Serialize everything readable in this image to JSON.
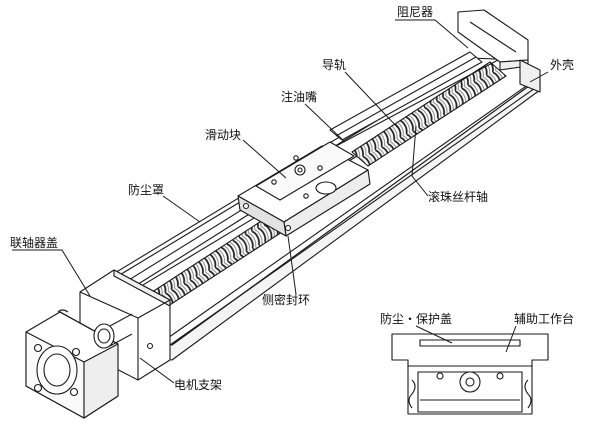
{
  "labels": {
    "damper": "阻尼器",
    "housing": "外壳",
    "guide_rail": "导轨",
    "grease_nipple": "注油嘴",
    "slide_block": "滑动块",
    "dust_cover": "防尘罩",
    "ball_screw": "滚珠丝杆轴",
    "coupling_cover": "联轴器盖",
    "side_seal": "侧密封环",
    "motor_bracket": "电机支架",
    "dust_protect_cover": "防尘・保护盖",
    "aux_table": "辅助工作台"
  }
}
